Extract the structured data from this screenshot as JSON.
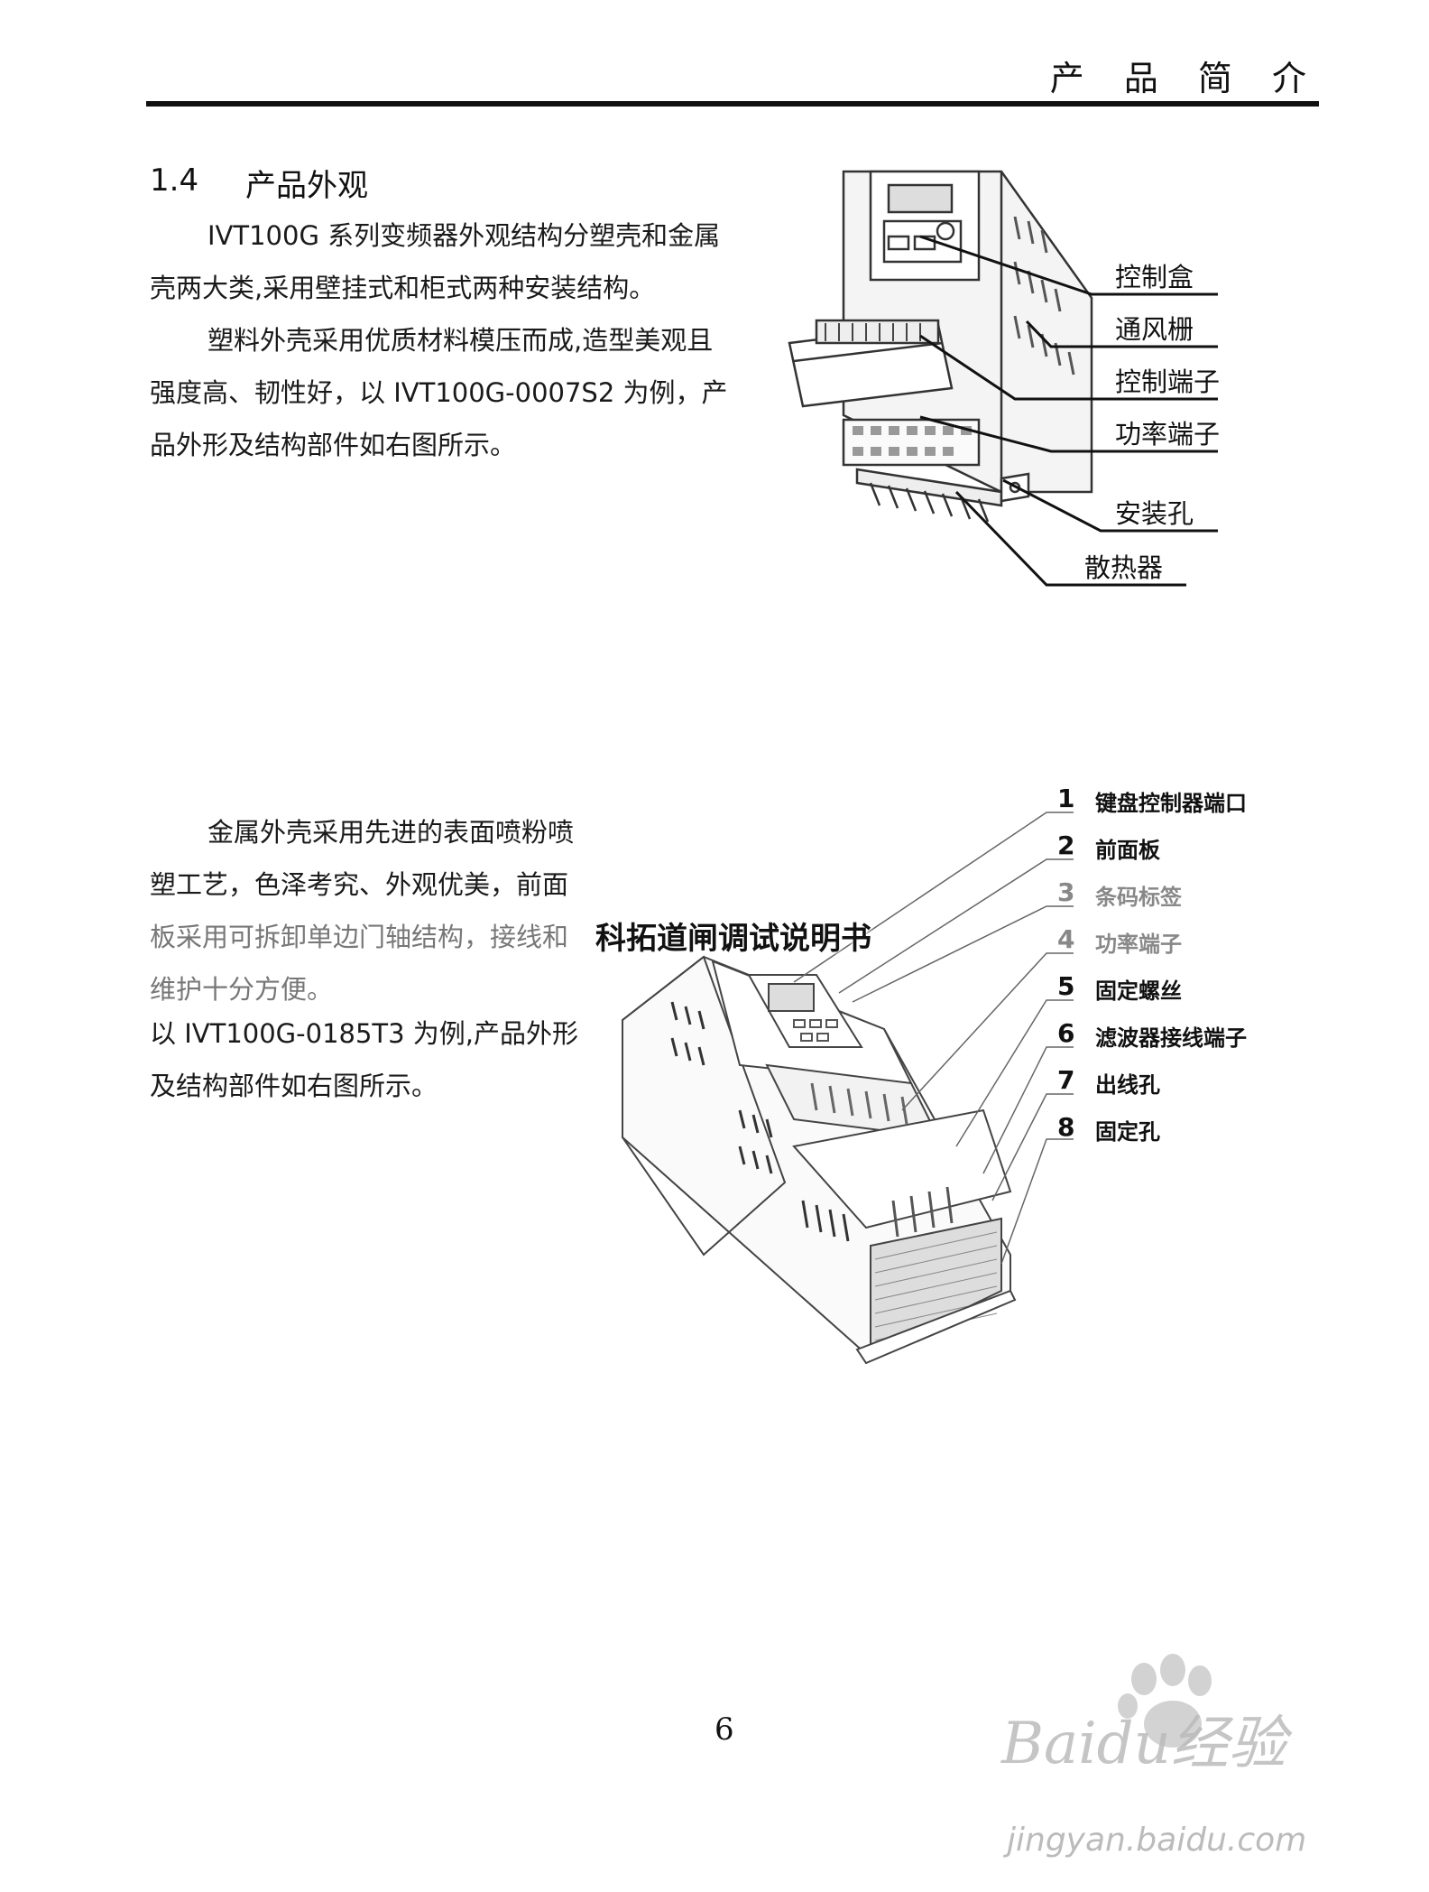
{
  "header": {
    "title": "产 品 简 介"
  },
  "section": {
    "number": "1.4",
    "title": "产品外观"
  },
  "paragraphs": {
    "p1": "IVT100G 系列变频器外观结构分塑壳和金属壳两大类,采用壁挂式和柜式两种安装结构。",
    "p2": "塑料外壳采用优质材料模压而成,造型美观且强度高、韧性好，以 IVT100G-0007S2 为例，产品外形及结构部件如右图所示。",
    "p3_a": "金属外壳采用先进的表面喷粉喷塑工艺，色泽考究、外观优美，前面",
    "p3_b": "板采用可拆卸单边门轴结构，接线和维护十分方便。",
    "p4": "以 IVT100G-0185T3 为例,产品外形及结构部件如右图所示。"
  },
  "figure1": {
    "labels": [
      "控制盒",
      "通风栅",
      "控制端子",
      "功率端子",
      "安装孔",
      "散热器"
    ]
  },
  "figure2": {
    "parts": [
      {
        "num": "1",
        "name": "键盘控制器端口"
      },
      {
        "num": "2",
        "name": "前面板"
      },
      {
        "num": "3",
        "name": "条码标签"
      },
      {
        "num": "4",
        "name": "功率端子"
      },
      {
        "num": "5",
        "name": "固定螺丝"
      },
      {
        "num": "6",
        "name": "滤波器接线端子"
      },
      {
        "num": "7",
        "name": "出线孔"
      },
      {
        "num": "8",
        "name": "固定孔"
      }
    ]
  },
  "overlay_title": "科拓道闸调试说明书",
  "page_number": "6",
  "watermark": {
    "brand": "Baidu经验",
    "url": "jingyan.baidu.com"
  }
}
